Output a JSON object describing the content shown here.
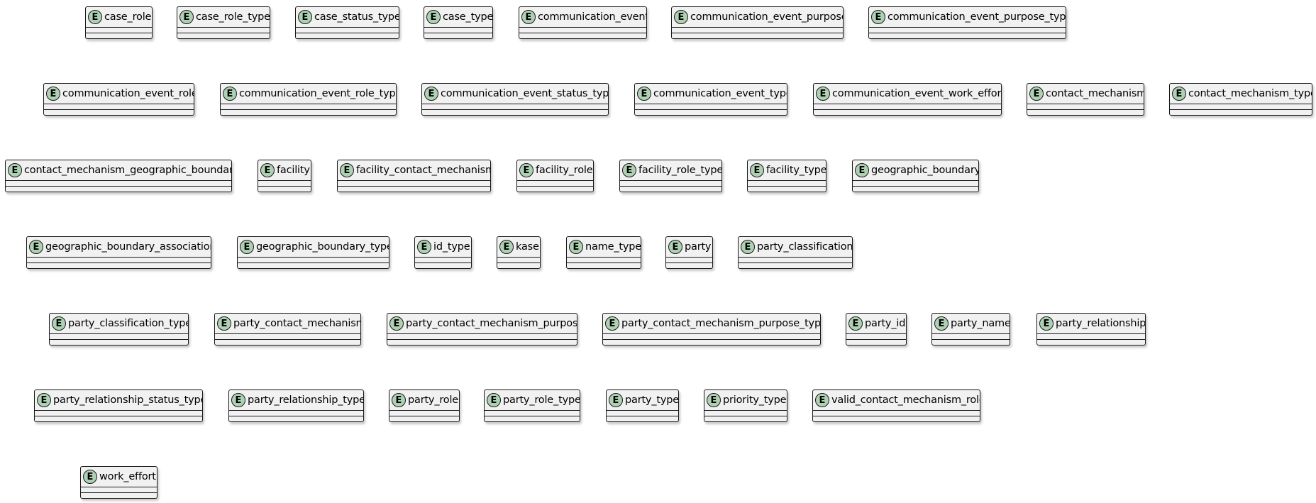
{
  "diagram": {
    "badge_letter": "E",
    "colors": {
      "entity_fill": "#f1f1f1",
      "badge_fill": "#add1b2",
      "border": "#181818",
      "background": "#ffffff"
    },
    "rows": [
      [
        "case_role",
        "case_role_type",
        "case_status_type",
        "case_type",
        "communication_event",
        "communication_event_purpose",
        "communication_event_purpose_type"
      ],
      [
        "communication_event_role",
        "communication_event_role_type",
        "communication_event_status_type",
        "communication_event_type",
        "communication_event_work_effort",
        "contact_mechanism",
        "contact_mechanism_type"
      ],
      [
        "contact_mechanism_geographic_boundary",
        "facility",
        "facility_contact_mechanism",
        "facility_role",
        "facility_role_type",
        "facility_type",
        "geographic_boundary"
      ],
      [
        "geographic_boundary_association",
        "geographic_boundary_type",
        "id_type",
        "kase",
        "name_type",
        "party",
        "party_classification"
      ],
      [
        "party_classification_type",
        "party_contact_mechanism",
        "party_contact_mechanism_purpose",
        "party_contact_mechanism_purpose_type",
        "party_id",
        "party_name",
        "party_relationship"
      ],
      [
        "party_relationship_status_type",
        "party_relationship_type",
        "party_role",
        "party_role_type",
        "party_type",
        "priority_type",
        "valid_contact_mechanism_role"
      ],
      [
        "work_effort"
      ]
    ]
  }
}
